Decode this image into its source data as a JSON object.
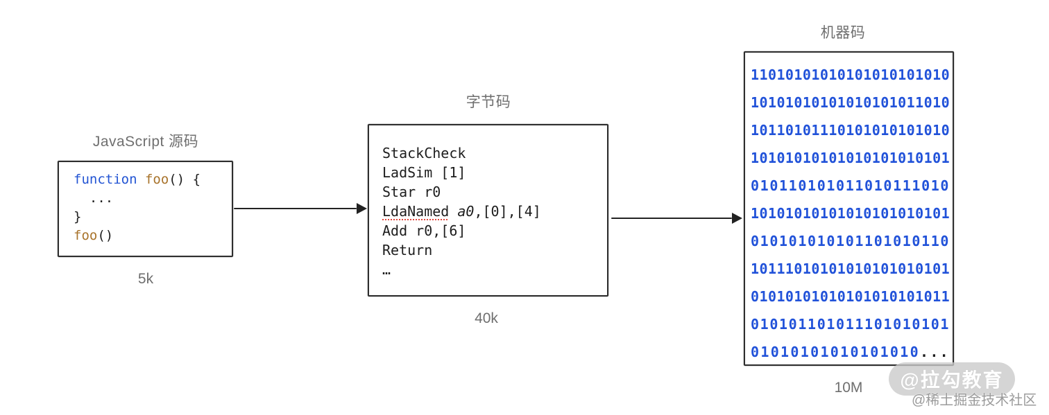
{
  "source": {
    "title": "JavaScript 源码",
    "size_label": "5k",
    "l1_kw": "function",
    "l1_fn": " foo",
    "l1_rest": "() {",
    "l2": "  ...",
    "l3": "}",
    "l4_fn": "foo",
    "l4_rest": "()"
  },
  "bytecode": {
    "title": "字节码",
    "size_label": "40k",
    "l1": "StackCheck",
    "l2": "LadSim [1]",
    "l3": "Star r0",
    "l4_op": "LdaNamed",
    "l4_arg": " a0",
    "l4_rest": ",[0],[4]",
    "l5": "Add r0,[6]",
    "l6": "Return",
    "l7": "…"
  },
  "machine": {
    "title": "机器码",
    "size_label": "10M",
    "rows": [
      "11010101010101010101010",
      "10101010101010101011010",
      "10110101110101010101010",
      "10101010101010101010101",
      "010110101011010111010",
      "10101010101010101010101",
      "010101010101101010110",
      "10111010101010101010101",
      "01010101010101010101011",
      "010101101011101010101",
      "01010101010101010"
    ],
    "last_row_suffix": "..."
  },
  "watermark": {
    "badge": "@拉勾教育",
    "credit": "@稀土掘金技术社区"
  },
  "colors": {
    "binary_blue": "#2152d9",
    "keyword_blue": "#2254d3",
    "function_brown": "#a8732b",
    "label_gray": "#6f6f6f",
    "squiggle_red": "#e0443a"
  }
}
